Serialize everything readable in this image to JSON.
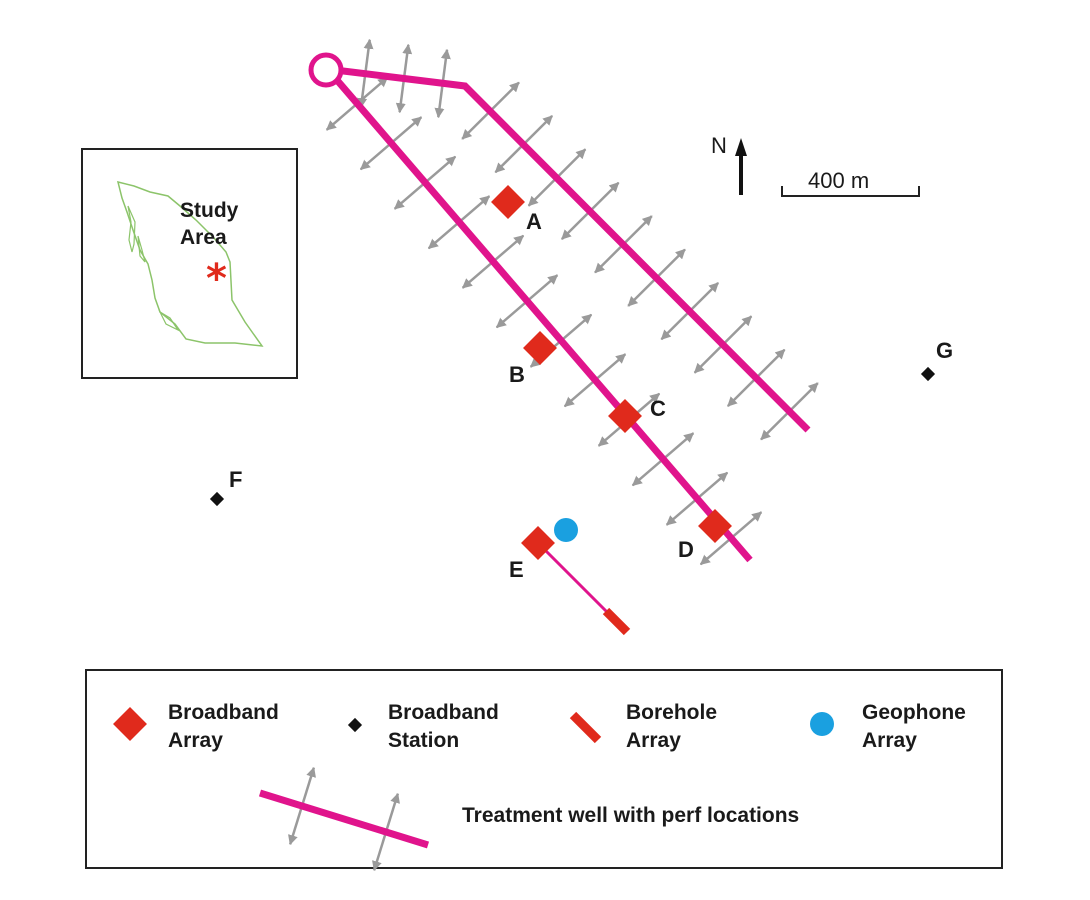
{
  "map": {
    "inset_label_line1": "Study",
    "inset_label_line2": "Area",
    "north_label": "N",
    "scale_label": "400 m",
    "stations": {
      "A": "A",
      "B": "B",
      "C": "C",
      "D": "D",
      "E": "E",
      "F": "F",
      "G": "G"
    }
  },
  "legend": {
    "broadband_array": [
      "Broadband",
      "Array"
    ],
    "broadband_station": [
      "Broadband",
      "Station"
    ],
    "borehole_array": [
      "Borehole",
      "Array"
    ],
    "geophone_array": [
      "Geophone",
      "Array"
    ],
    "treatment_well": "Treatment well with perf locations"
  },
  "colors": {
    "well": "#e0148c",
    "broadband_array": "#e02a1c",
    "borehole_array": "#e02a1c",
    "geophone": "#1aa0e0",
    "station": "#111111",
    "perf_arrow": "#9a9a9a",
    "inset_outline": "#8cc46a",
    "study_area_marker": "#e02a1c"
  }
}
